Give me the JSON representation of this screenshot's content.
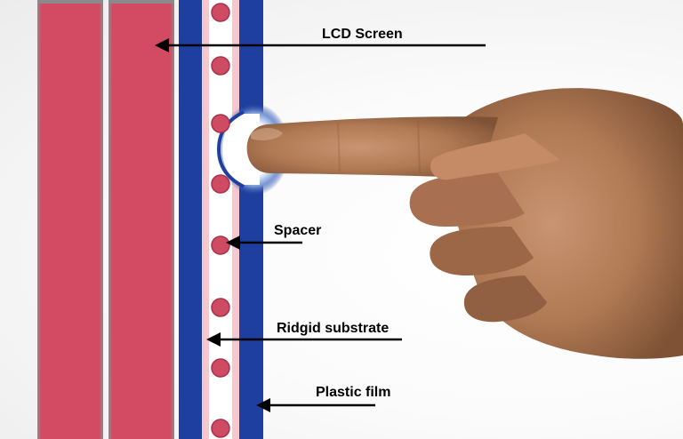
{
  "labels": {
    "lcd_screen": "LCD Screen",
    "spacer": "Spacer",
    "rigid_substrate": "Ridgid substrate",
    "plastic_film": "Plastic film"
  },
  "colors": {
    "lcd_panel": "#d34a63",
    "substrate": "#1f3fa0",
    "gap": "#f6c7cc",
    "spacer_dot": "#cf4a63",
    "skin": "#b9825b",
    "arrow": "#000000",
    "text": "#000000"
  },
  "icons": {
    "arrow": "arrow-left-icon",
    "hand": "pointing-hand-icon"
  }
}
